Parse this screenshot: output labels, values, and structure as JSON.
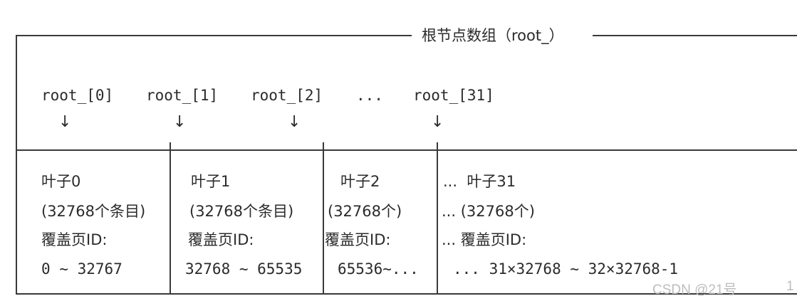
{
  "title": "根节点数组（root_）",
  "roots": [
    "root_[0]",
    "root_[1]",
    "root_[2]",
    "...",
    "root_[31]"
  ],
  "arrow_glyph": "↓",
  "columns": [
    {
      "name": "叶子0",
      "count": "(32768个条目)",
      "id_label": "覆盖页ID:",
      "range": "0 ~ 32767"
    },
    {
      "name": "叶子1",
      "count": "(32768个条目)",
      "id_label": "覆盖页ID:",
      "range": "32768 ~ 65535"
    },
    {
      "name": "叶子2",
      "count": "(32768个)",
      "id_label": "覆盖页ID:",
      "range": "65536~..."
    },
    {
      "name": "...  叶子31",
      "count": "... (32768个)",
      "id_label": "... 覆盖页ID:",
      "range": "... 31×32768 ~ 32×32768-1"
    }
  ],
  "watermark": "CSDN @21号",
  "edge_fragment": "1"
}
